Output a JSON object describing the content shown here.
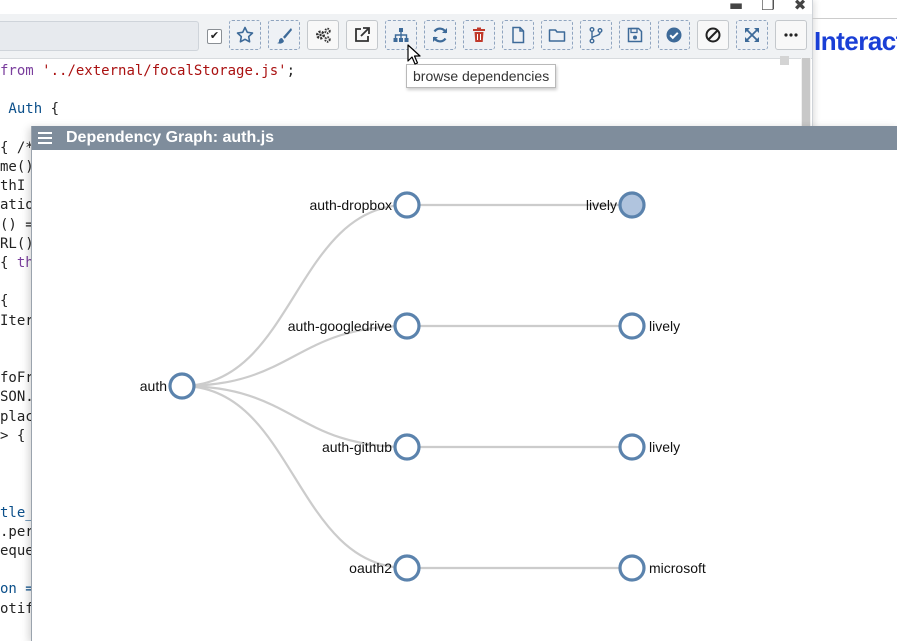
{
  "editor": {
    "code_lines": [
      {
        "parts": [
          {
            "t": "from ",
            "c": "kw"
          },
          {
            "t": "'../external/focalStorage.js'",
            "c": "str"
          },
          {
            "t": ";",
            "c": ""
          }
        ]
      },
      {
        "parts": [
          {
            "t": "",
            "c": ""
          }
        ]
      },
      {
        "parts": [
          {
            "t": " Auth ",
            "c": "cls"
          },
          {
            "t": "{",
            "c": ""
          }
        ]
      },
      {
        "parts": [
          {
            "t": "",
            "c": ""
          }
        ]
      },
      {
        "parts": [
          {
            "t": "{ /*",
            "c": ""
          }
        ]
      },
      {
        "parts": [
          {
            "t": "me()",
            "c": ""
          }
        ]
      },
      {
        "parts": [
          {
            "t": "thI",
            "c": ""
          }
        ]
      },
      {
        "parts": [
          {
            "t": "atio",
            "c": ""
          }
        ]
      },
      {
        "parts": [
          {
            "t": "() =",
            "c": ""
          }
        ]
      },
      {
        "parts": [
          {
            "t": "RL()",
            "c": ""
          }
        ]
      },
      {
        "parts": [
          {
            "t": "{ ",
            "c": ""
          },
          {
            "t": "th",
            "c": "kw"
          }
        ]
      },
      {
        "parts": [
          {
            "t": "",
            "c": ""
          }
        ]
      },
      {
        "parts": [
          {
            "t": "{",
            "c": ""
          }
        ]
      },
      {
        "parts": [
          {
            "t": "Iter",
            "c": ""
          }
        ]
      },
      {
        "parts": [
          {
            "t": "",
            "c": ""
          }
        ]
      },
      {
        "parts": [
          {
            "t": "",
            "c": ""
          }
        ]
      },
      {
        "parts": [
          {
            "t": "foFr",
            "c": ""
          }
        ]
      },
      {
        "parts": [
          {
            "t": "SON.",
            "c": ""
          }
        ]
      },
      {
        "parts": [
          {
            "t": "plac",
            "c": ""
          }
        ]
      },
      {
        "parts": [
          {
            "t": "> {",
            "c": ""
          }
        ]
      },
      {
        "parts": [
          {
            "t": "",
            "c": ""
          }
        ]
      },
      {
        "parts": [
          {
            "t": "",
            "c": ""
          }
        ]
      },
      {
        "parts": [
          {
            "t": "",
            "c": ""
          }
        ]
      },
      {
        "parts": [
          {
            "t": "tle_",
            "c": "cls"
          }
        ]
      },
      {
        "parts": [
          {
            "t": ".per",
            "c": ""
          }
        ]
      },
      {
        "parts": [
          {
            "t": "eque",
            "c": ""
          }
        ]
      },
      {
        "parts": [
          {
            "t": "",
            "c": ""
          }
        ]
      },
      {
        "parts": [
          {
            "t": "on =",
            "c": "cls"
          }
        ]
      },
      {
        "parts": [
          {
            "t": "otif",
            "c": ""
          }
        ]
      }
    ]
  },
  "toolbar": {
    "buttons": [
      {
        "icon": "star-icon",
        "style": "dashed"
      },
      {
        "icon": "brush-icon",
        "style": "dashed"
      },
      {
        "icon": "gears-icon",
        "style": "solid"
      },
      {
        "icon": "external-link-icon",
        "style": "solid"
      },
      {
        "icon": "sitemap-icon",
        "style": "dashed"
      },
      {
        "icon": "refresh-icon",
        "style": "dashed"
      },
      {
        "icon": "trash-icon",
        "style": "dashed"
      },
      {
        "icon": "file-icon",
        "style": "dashed"
      },
      {
        "icon": "folder-icon",
        "style": "dashed"
      },
      {
        "icon": "git-branch-icon",
        "style": "dashed"
      },
      {
        "icon": "save-icon",
        "style": "dashed"
      },
      {
        "icon": "check-circle-icon",
        "style": "dashed"
      },
      {
        "icon": "ban-icon",
        "style": "solid"
      },
      {
        "icon": "expand-icon",
        "style": "dashed"
      },
      {
        "icon": "more-icon",
        "style": "solid"
      }
    ],
    "tooltip": "browse dependencies"
  },
  "page_heading": "Interacti",
  "graph_window": {
    "title": "Dependency Graph: auth.js",
    "root": "auth",
    "branches": [
      {
        "module": "auth-dropbox",
        "dependency": "lively",
        "dependency_highlighted": true
      },
      {
        "module": "auth-googledrive",
        "dependency": "lively",
        "dependency_highlighted": false
      },
      {
        "module": "auth-github",
        "dependency": "lively",
        "dependency_highlighted": false
      },
      {
        "module": "oauth2",
        "dependency": "microsoft",
        "dependency_highlighted": false
      }
    ]
  },
  "colors": {
    "node_stroke": "#5b83ad",
    "node_fill": "#ffffff",
    "node_highlight_fill": "#b0c4de",
    "link": "#cccccc",
    "titlebar": "#7f8d9c"
  }
}
